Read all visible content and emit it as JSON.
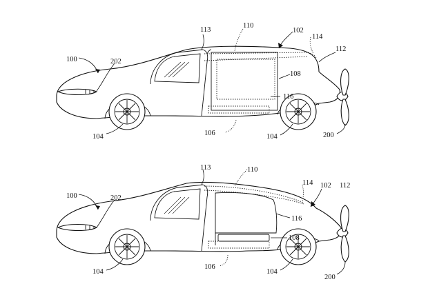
{
  "figures": [
    {
      "id": "upper-view",
      "labels": {
        "vehicle": "100",
        "aircraft_body": "102",
        "front_wheel": "104",
        "rear_wheel": "104",
        "floor_storage": "106",
        "cargo_compartment": "108",
        "roof_line": "110",
        "tail_fairing": "112",
        "door_edge": "113",
        "roof_seam": "114",
        "cargo_door": "116",
        "propeller": "200",
        "headlight": "202"
      }
    },
    {
      "id": "lower-view",
      "labels": {
        "vehicle": "100",
        "aircraft_body": "102",
        "front_wheel": "104",
        "rear_wheel": "104",
        "floor_storage": "106",
        "cargo_compartment": "108",
        "roof_line": "110",
        "tail_fairing": "112",
        "door_edge": "113",
        "roof_seam": "114",
        "cargo_door": "116",
        "propeller": "200",
        "headlight": "202"
      }
    }
  ]
}
